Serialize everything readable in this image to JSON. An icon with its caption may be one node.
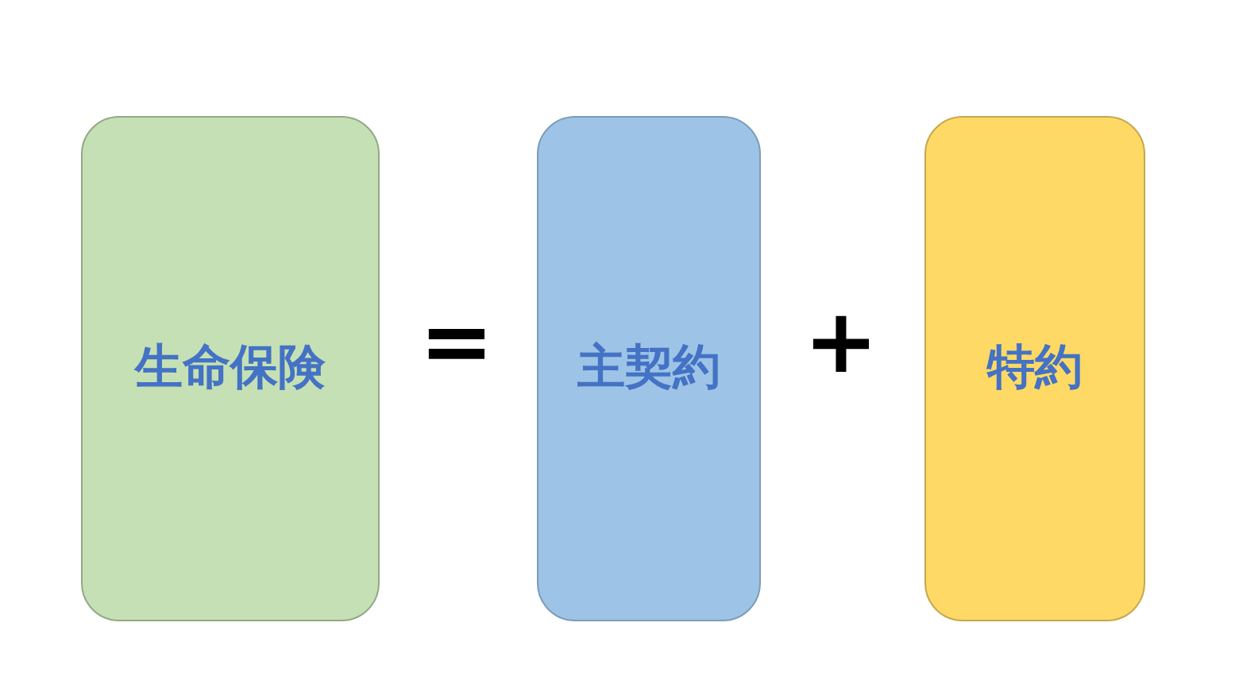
{
  "diagram": {
    "nodes": [
      {
        "text": [
          "生命保険"
        ]
      },
      {
        "text": [
          "主契約"
        ]
      },
      {
        "text": [
          "特約"
        ]
      }
    ],
    "labels": [
      "=",
      "+"
    ]
  }
}
